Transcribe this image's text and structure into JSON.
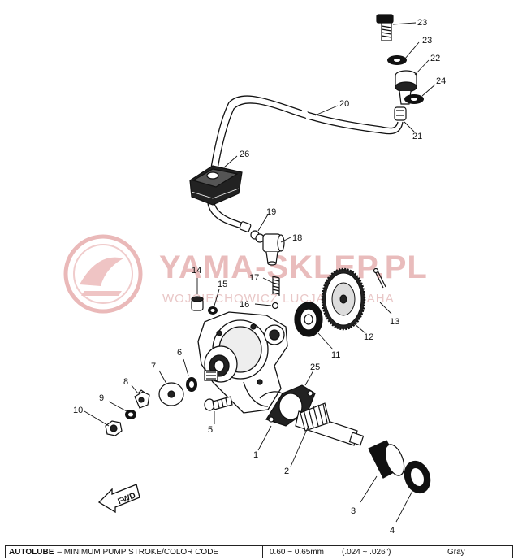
{
  "watermark": {
    "brand": "YAMA-SKLEP.PL",
    "subtitle": "WOJCIECHOWICZ LUCJAN YAMAHA"
  },
  "callouts": [
    "1",
    "2",
    "3",
    "4",
    "5",
    "6",
    "7",
    "8",
    "9",
    "10",
    "11",
    "12",
    "13",
    "14",
    "15",
    "16",
    "17",
    "18",
    "19",
    "20",
    "21",
    "22",
    "23",
    "23",
    "24",
    "25",
    "26"
  ],
  "arrow_label": "FWD",
  "footer": {
    "title": "AUTOLUBE",
    "description": "– MINIMUM PUMP STROKE/COLOR CODE",
    "value": "0.60 ~ 0.65mm",
    "value_inch": "(.024 ~ .026\")",
    "color_code": "Gray"
  }
}
